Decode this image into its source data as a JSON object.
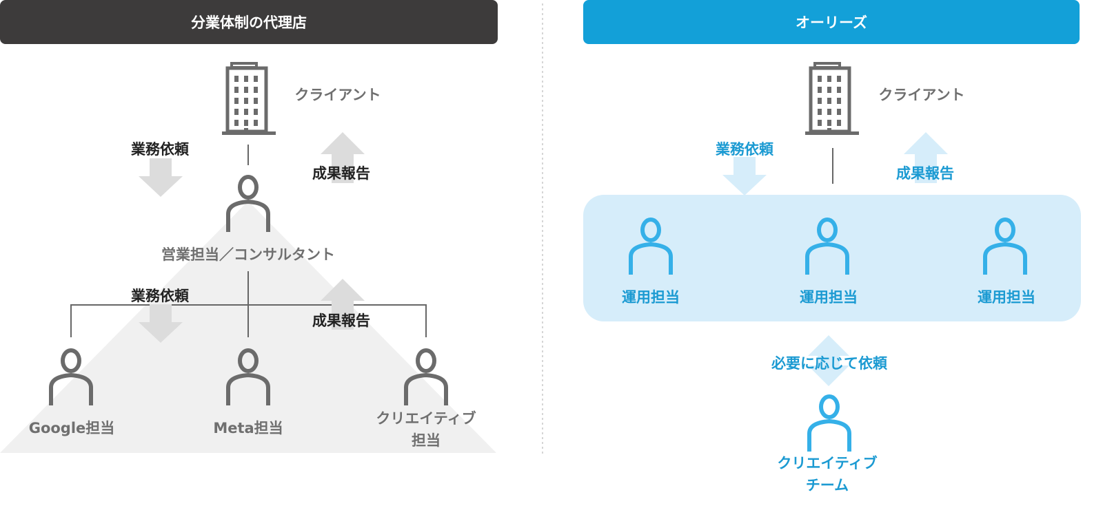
{
  "left": {
    "header": "分業体制の代理店",
    "client": "クライアント",
    "request": "業務依頼",
    "report": "成果報告",
    "manager": "営業担当／コンサルタント",
    "members": [
      "Google担当",
      "Meta担当",
      "クリエイティブ",
      "担当"
    ],
    "header_color": "#3d3b3b"
  },
  "right": {
    "header": "オーリーズ",
    "client": "クライアント",
    "request": "業務依頼",
    "report": "成果報告",
    "operators": [
      "運用担当",
      "運用担当",
      "運用担当"
    ],
    "as_needed": "必要に応じて依頼",
    "creative": [
      "クリエイティブ",
      "チーム"
    ],
    "header_color": "#13a0d8"
  }
}
